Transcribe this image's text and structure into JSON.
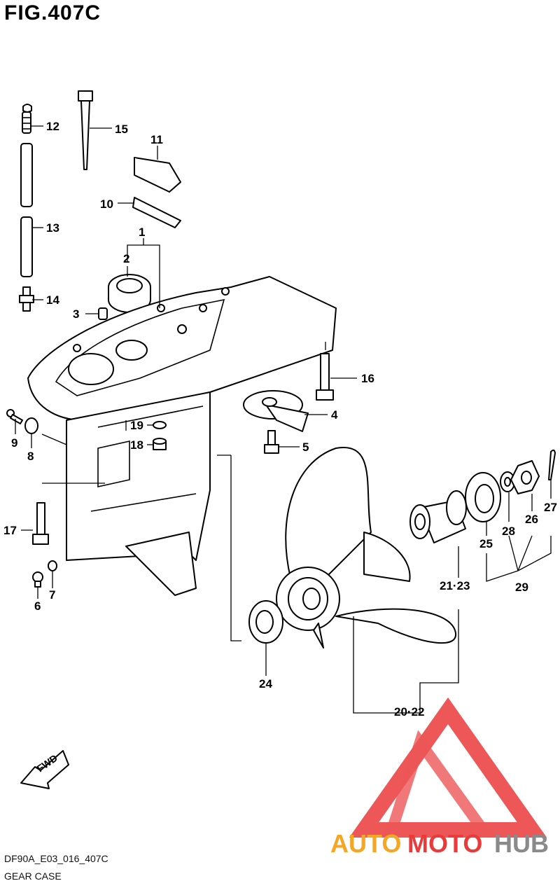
{
  "figure": {
    "title": "FIG.407C",
    "diagram_code": "DF90A_E03_016_407C",
    "diagram_name": "GEAR CASE",
    "direction_label": "FWD"
  },
  "watermark": {
    "text_part1": "AUTO",
    "text_part2": "MOTO",
    "text_part3": "HUB",
    "color_orange": "#f5a623",
    "color_red": "#ea3a3a",
    "color_gray": "#8a8a8a"
  },
  "callouts": {
    "n1": "1",
    "n2": "2",
    "n3": "3",
    "n4": "4",
    "n5": "5",
    "n6": "6",
    "n7": "7",
    "n8": "8",
    "n9": "9",
    "n10": "10",
    "n11": "11",
    "n12": "12",
    "n13": "13",
    "n14": "14",
    "n15": "15",
    "n16": "16",
    "n17": "17",
    "n18": "18",
    "n19": "19",
    "n20_22": "20·22",
    "n21_23": "21·23",
    "n24": "24",
    "n25": "25",
    "n26": "26",
    "n27": "27",
    "n28": "28",
    "n29": "29"
  }
}
